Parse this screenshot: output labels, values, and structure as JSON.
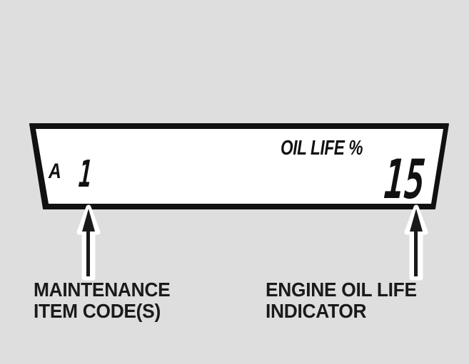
{
  "figure": {
    "background_color": "#dedede",
    "ink_color": "#111111"
  },
  "display_panel": {
    "name": "instrument-cluster-maintenance-display",
    "shape": "trapezoid",
    "screen_color": "#ffffff",
    "border_color": "#111111",
    "maintenance_code": {
      "letter": "A",
      "number": "1",
      "combined": "A1"
    },
    "oil_life": {
      "label": "OIL LIFE %",
      "value": "15",
      "unit": "%"
    }
  },
  "callouts": [
    {
      "id": "maintenance-item-code",
      "line1": "MAINTENANCE",
      "line2": "ITEM CODE(S)",
      "arrow": "arrow-up-icon",
      "points_to": "maintenance-code"
    },
    {
      "id": "engine-oil-life-indicator",
      "line1": "ENGINE OIL LIFE",
      "line2": "INDICATOR",
      "arrow": "arrow-up-icon",
      "points_to": "oil-life-value"
    }
  ]
}
